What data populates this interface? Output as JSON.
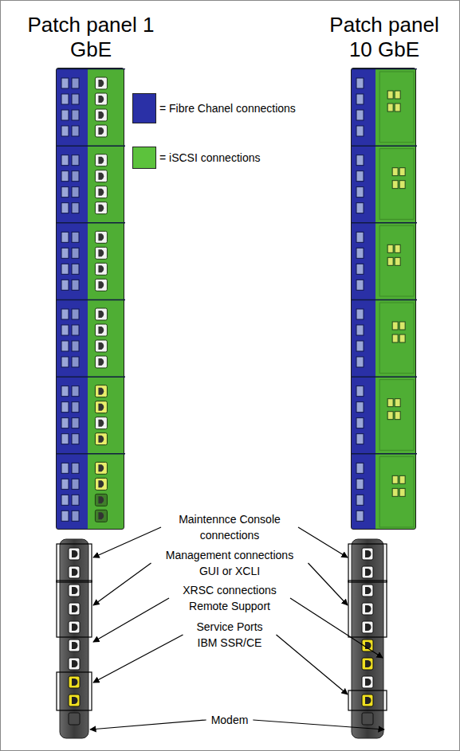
{
  "diagram": {
    "nodes": [
      {
        "text": [
          "Patch panel 1 GbE"
        ]
      },
      {
        "text": [
          "Patch panel 10 GbE"
        ]
      }
    ],
    "labels": [
      "Maintennce Console connections",
      "Management connections GUI or XCLI",
      "XRSC connections Remote Support",
      "Service Ports IBM SSR/CE",
      "Modem"
    ],
    "legend": [
      {
        "text": "= Fibre Chanel connections",
        "color": "#2a30a6"
      },
      {
        "text": "= iSCSI connections",
        "color": "#5cc23c"
      }
    ]
  }
}
